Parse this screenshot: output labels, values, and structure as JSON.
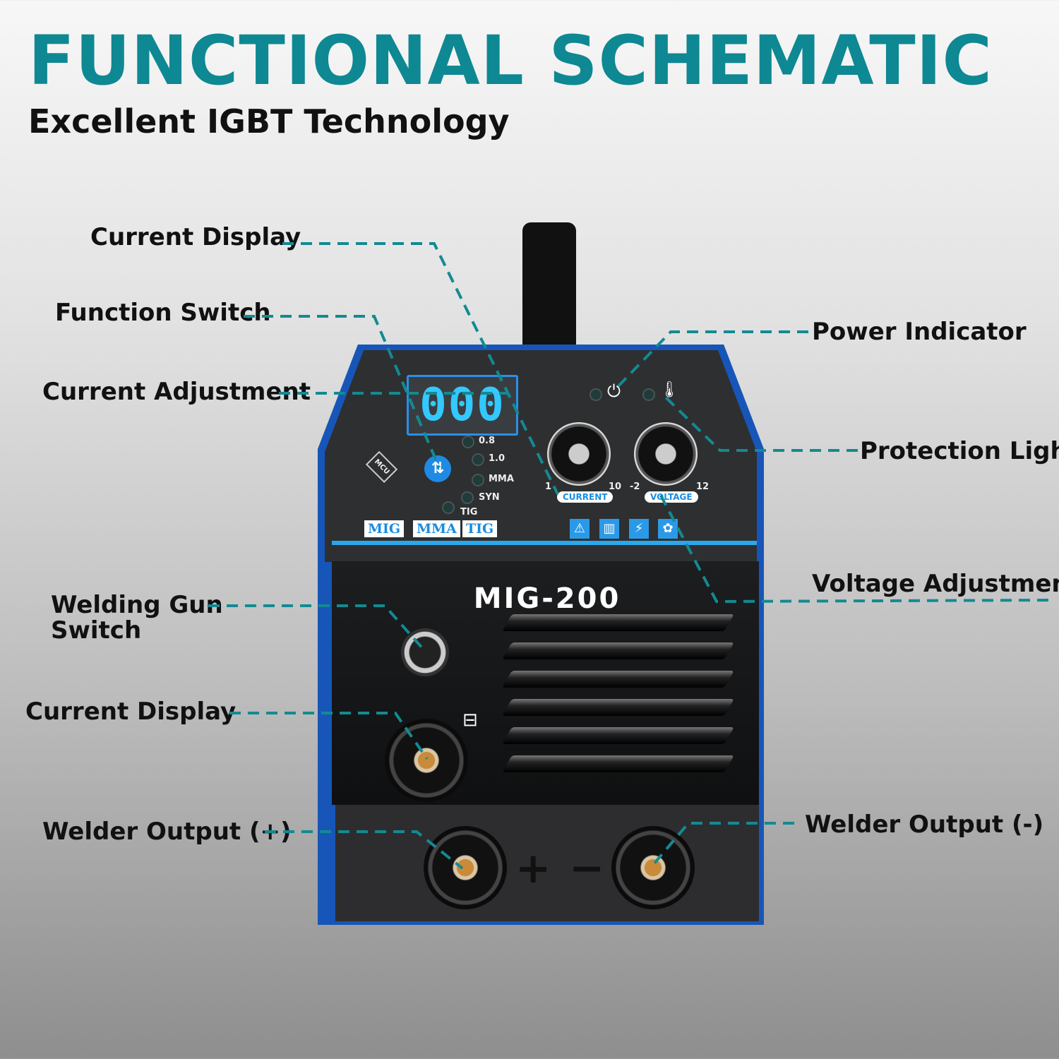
{
  "header": {
    "title": "FUNCTIONAL SCHEMATIC",
    "subtitle": "Excellent IGBT Technology"
  },
  "callouts": {
    "current_display_top": "Current Display",
    "function_switch": "Function Switch",
    "current_adjustment": "Current Adjustment",
    "power_indicator": "Power Indicator",
    "protection_light": "Protection Light",
    "voltage_adjustment": "Voltage Adjustment",
    "welding_gun_switch_1": "Welding Gun",
    "welding_gun_switch_2": "Switch",
    "current_display_bottom": "Current Display",
    "welder_output_pos": "Welder Output (+)",
    "welder_output_neg": "Welder Output (-)"
  },
  "machine": {
    "display_value": "000",
    "mcu": "MCU",
    "modes_leds": [
      "0.8",
      "1.0",
      "MMA",
      "SYN",
      "TIG"
    ],
    "mode_badges": [
      "MIG",
      "MMA",
      "TIG"
    ],
    "current_knob": {
      "label": "CURRENT",
      "min": "1",
      "max": "10"
    },
    "voltage_knob": {
      "label": "VOLTAGE",
      "min": "-2",
      "max": "12"
    },
    "model": "MIG-200",
    "plus": "+",
    "minus": "−"
  },
  "colors": {
    "accent": "#0e8892",
    "panel_blue": "#2a9ae8"
  }
}
